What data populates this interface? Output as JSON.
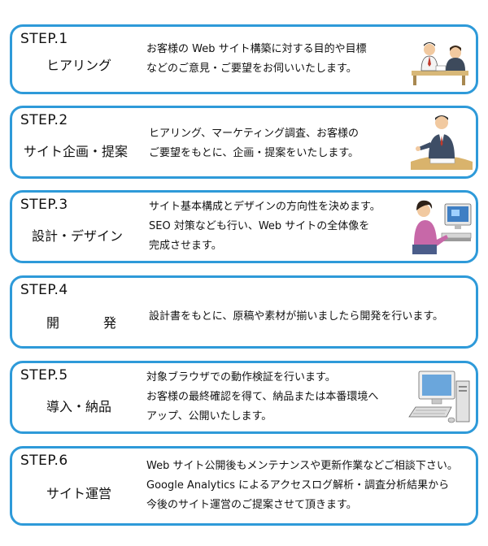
{
  "steps": [
    {
      "label": "STEP.1",
      "name": "ヒアリング",
      "desc": [
        "お客様の Web サイト構築に対する目的や目標",
        "などのご意見・ご要望をお伺いいたします。"
      ],
      "icon": "meeting-illustration"
    },
    {
      "label": "STEP.2",
      "name": "サイト企画・提案",
      "desc": [
        "ヒアリング、マーケティング調査、お客様の",
        "ご要望をもとに、企画・提案をいたします。"
      ],
      "icon": "presenter-illustration"
    },
    {
      "label": "STEP.3",
      "name": "設計・デザイン",
      "desc": [
        "サイト基本構成とデザインの方向性を決めます。",
        "SEO 対策なども行い、Web サイトの全体像を",
        "完成させます。"
      ],
      "icon": "designer-at-computer-illustration"
    },
    {
      "label": "STEP.4",
      "name_parts": [
        "開",
        "発"
      ],
      "desc": [
        "設計書をもとに、原稿や素材が揃いましたら開発を行います。"
      ]
    },
    {
      "label": "STEP.5",
      "name": "導入・納品",
      "desc": [
        "対象ブラウザでの動作検証を行います。",
        "お客様の最終確認を得て、納品または本番環境へ",
        "アップ、公開いたします。"
      ],
      "icon": "desktop-computer-illustration"
    },
    {
      "label": "STEP.6",
      "name": "サイト運営",
      "desc": [
        "Web サイト公開後もメンテナンスや更新作業などご相談下さい。",
        "Google Analytics によるアクセスログ解析・調査分析結果から",
        "今後のサイト運営のご提案させて頂きます。"
      ]
    }
  ],
  "colors": {
    "border": "#2e9ad9"
  }
}
